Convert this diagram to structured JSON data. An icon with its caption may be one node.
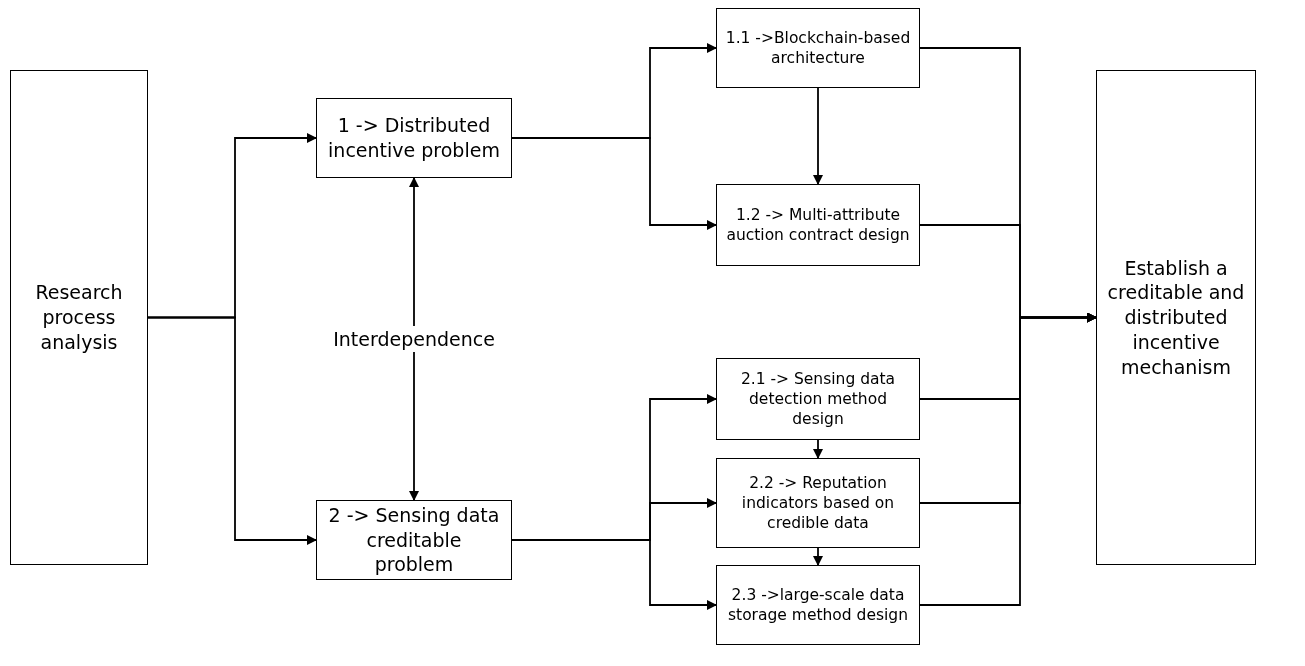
{
  "diagram": {
    "nodes": [
      {
        "text": [
          "Research process analysis"
        ]
      },
      {
        "text": [
          "1 -> Distributed incentive problem"
        ]
      },
      {
        "text": [
          "2 -> Sensing data creditable problem"
        ]
      },
      {
        "text": [
          "1.1 ->Blockchain-based architecture"
        ]
      },
      {
        "text": [
          "1.2 -> Multi-attribute auction contract design"
        ]
      },
      {
        "text": [
          "2.1 -> Sensing data detection method design"
        ]
      },
      {
        "text": [
          "2.2 -> Reputation indicators based on credible data"
        ]
      },
      {
        "text": [
          "2.3 ->large-scale data storage method design"
        ]
      },
      {
        "text": [
          "Establish a creditable and distributed incentive mechanism"
        ]
      }
    ],
    "edges": [
      {
        "from": 0,
        "to": 1,
        "arrow": "to"
      },
      {
        "from": 0,
        "to": 2,
        "arrow": "to"
      },
      {
        "from": 1,
        "to": 2,
        "arrow": "both",
        "label": "Interdependence"
      },
      {
        "from": 1,
        "to": 3,
        "arrow": "to"
      },
      {
        "from": 1,
        "to": 4,
        "arrow": "to"
      },
      {
        "from": 3,
        "to": 4,
        "arrow": "to"
      },
      {
        "from": 2,
        "to": 5,
        "arrow": "to"
      },
      {
        "from": 2,
        "to": 6,
        "arrow": "to"
      },
      {
        "from": 2,
        "to": 7,
        "arrow": "to"
      },
      {
        "from": 5,
        "to": 6,
        "arrow": "to"
      },
      {
        "from": 6,
        "to": 7,
        "arrow": "to"
      },
      {
        "from": 3,
        "to": 8,
        "arrow": "to"
      },
      {
        "from": 4,
        "to": 8,
        "arrow": "to"
      },
      {
        "from": 5,
        "to": 8,
        "arrow": "to"
      },
      {
        "from": 6,
        "to": 8,
        "arrow": "to"
      },
      {
        "from": 7,
        "to": 8,
        "arrow": "to"
      }
    ]
  }
}
